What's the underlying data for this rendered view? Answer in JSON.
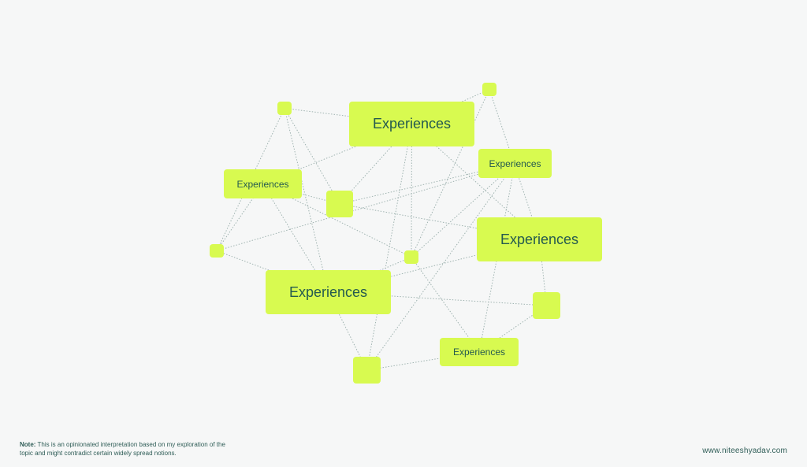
{
  "diagram": {
    "nodes": [
      {
        "id": "n1",
        "label": "Experiences"
      },
      {
        "id": "n2",
        "label": "Experiences"
      },
      {
        "id": "n3",
        "label": "Experiences"
      },
      {
        "id": "n4",
        "label": "Experiences"
      },
      {
        "id": "n5",
        "label": "Experiences"
      },
      {
        "id": "n6",
        "label": "Experiences"
      },
      {
        "id": "s1",
        "label": ""
      },
      {
        "id": "s2",
        "label": ""
      },
      {
        "id": "s3",
        "label": ""
      },
      {
        "id": "s4",
        "label": ""
      },
      {
        "id": "s5",
        "label": ""
      },
      {
        "id": "s6",
        "label": ""
      },
      {
        "id": "s7",
        "label": ""
      }
    ],
    "edges": [
      [
        "s1",
        "n1"
      ],
      [
        "s1",
        "s3"
      ],
      [
        "s1",
        "n4"
      ],
      [
        "s1",
        "s5"
      ],
      [
        "n1",
        "s2"
      ],
      [
        "n1",
        "n3"
      ],
      [
        "n1",
        "s4"
      ],
      [
        "n1",
        "n2"
      ],
      [
        "n1",
        "s3"
      ],
      [
        "n1",
        "s6"
      ],
      [
        "s2",
        "n2"
      ],
      [
        "s2",
        "s4"
      ],
      [
        "n3",
        "s3"
      ],
      [
        "n3",
        "n4"
      ],
      [
        "n3",
        "s4"
      ],
      [
        "n3",
        "s5"
      ],
      [
        "s3",
        "n2"
      ],
      [
        "s3",
        "n5"
      ],
      [
        "s4",
        "n4"
      ],
      [
        "s4",
        "n6"
      ],
      [
        "s4",
        "n5"
      ],
      [
        "n4",
        "s6"
      ],
      [
        "n4",
        "s5"
      ],
      [
        "n4",
        "s7"
      ],
      [
        "n2",
        "n4"
      ],
      [
        "n2",
        "s7"
      ],
      [
        "n5",
        "s6"
      ],
      [
        "n5",
        "n6"
      ],
      [
        "n5",
        "s5"
      ],
      [
        "n6",
        "s6"
      ],
      [
        "n6",
        "s7"
      ]
    ]
  },
  "footer": {
    "note_label": "Note:",
    "note_text": " This is an opinionated interpretation based on my exploration of the topic and might contradict certain widely spread notions.",
    "website": "www.niteeshyadav.com"
  }
}
